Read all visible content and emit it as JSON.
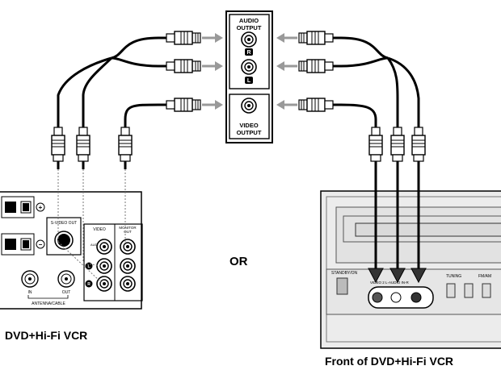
{
  "panel": {
    "audio_output": [
      "AUDIO",
      "OUTPUT"
    ],
    "jack_r": "R",
    "jack_l": "L",
    "video_output": [
      "VIDEO",
      "OUTPUT"
    ]
  },
  "rear": {
    "svideo_out": "S-VIDEO OUT",
    "video": "VIDEO",
    "monitor_out": [
      "MONITOR",
      "OUT"
    ],
    "audio": "AUDIO",
    "in": "IN",
    "out": "OUT",
    "antenna": "ANTENNA/CABLE",
    "l": "L",
    "r": "R"
  },
  "front": {
    "standby": "STANDBY/ON",
    "input": "VIDEO 2  L-AUDIO IN-R",
    "tuning": "TUNING",
    "fmam": "FM/AM"
  },
  "captions": {
    "or": "OR",
    "rear_caption": "DVD+Hi-Fi VCR",
    "front_caption": "Front of DVD+Hi-Fi VCR"
  }
}
